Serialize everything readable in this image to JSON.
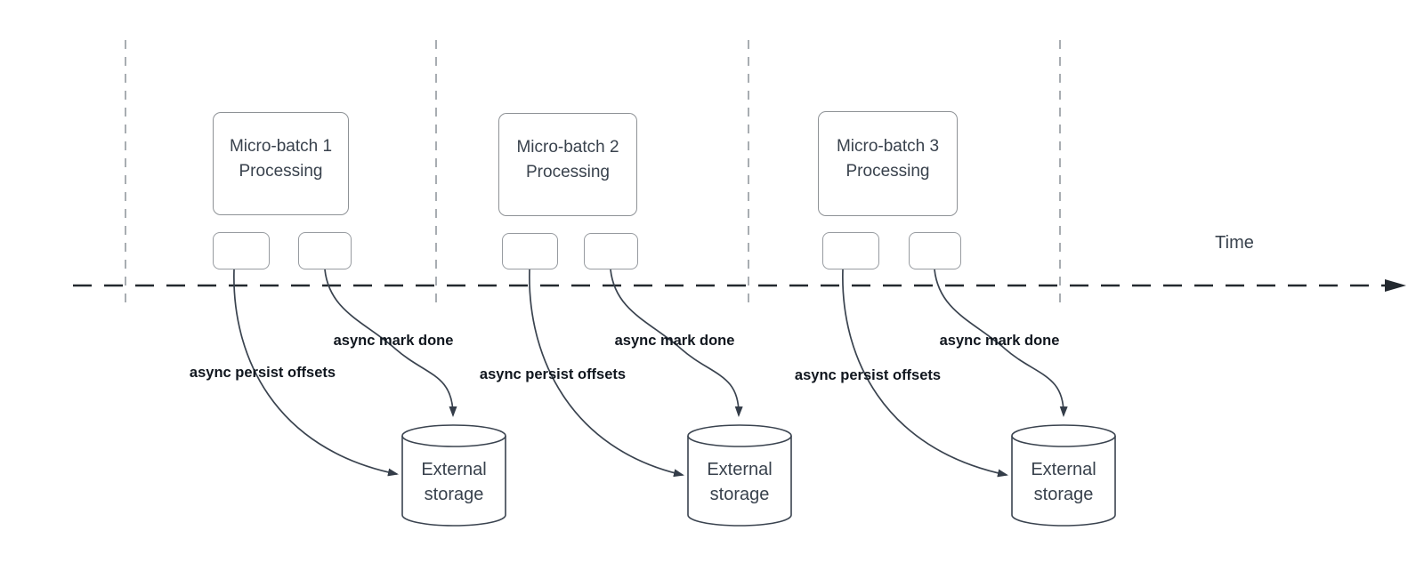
{
  "diagram": {
    "time_label": "Time",
    "groups": [
      {
        "batch_title_line1": "Micro-batch 1",
        "batch_title_line2": "Processing",
        "persist_label": "async persist offsets",
        "done_label": "async mark done",
        "storage_line1": "External",
        "storage_line2": "storage"
      },
      {
        "batch_title_line1": "Micro-batch 2",
        "batch_title_line2": "Processing",
        "persist_label": "async persist offsets",
        "done_label": "async mark done",
        "storage_line1": "External",
        "storage_line2": "storage"
      },
      {
        "batch_title_line1": "Micro-batch 3",
        "batch_title_line2": "Processing",
        "persist_label": "async persist offsets",
        "done_label": "async mark done",
        "storage_line1": "External",
        "storage_line2": "storage"
      }
    ],
    "colors": {
      "background": "#ffffff",
      "shape_stroke": "#3a434f",
      "box_border": "#8e9296",
      "timeline": "#23292f",
      "guide_line": "#a8adb2",
      "text_primary": "#39424d",
      "label_bold": "#10161e"
    }
  }
}
